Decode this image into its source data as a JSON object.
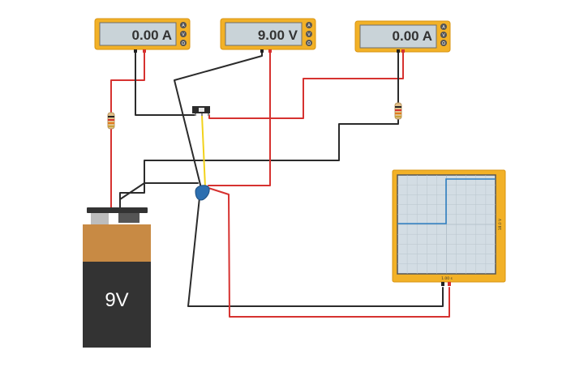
{
  "meters": [
    {
      "name": "ammeter-left",
      "reading": "0.00 A"
    },
    {
      "name": "voltmeter-center",
      "reading": "9.00 V"
    },
    {
      "name": "ammeter-right",
      "reading": "0.00 A"
    }
  ],
  "meter_buttons": [
    "A",
    "V",
    "Ω"
  ],
  "battery": {
    "label": "9V"
  },
  "oscilloscope": {
    "x_scale_label": "1.00 s",
    "y_scale_label": "18.0 V"
  },
  "colors": {
    "wire_red": "#d63230",
    "wire_black": "#2b2b2b",
    "wire_yellow": "#f2d21b",
    "meter_body": "#f2b127",
    "meter_screen": "#c9d3d8",
    "battery_top": "#c88a44",
    "battery_body": "#333333",
    "scope_trace": "#2f7fc1",
    "capacitor": "#2d6fb0"
  }
}
